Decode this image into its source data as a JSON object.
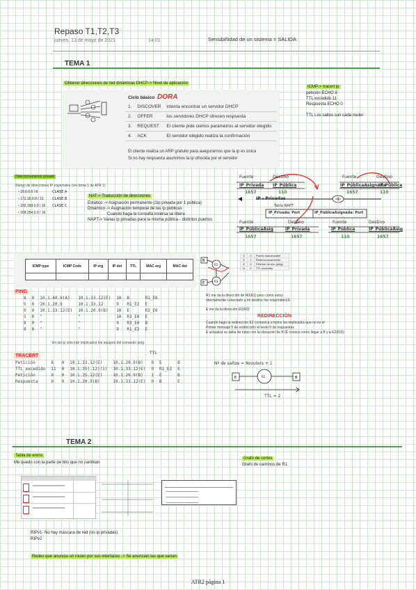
{
  "header": {
    "title": "Repaso T1,T2,T3",
    "date": "jueves, 13 de mayo de 2021",
    "time": "14:01",
    "subtitle": "Sensibiñidad de un sistema = SALIDA"
  },
  "tema1": {
    "heading": "TEMA 1",
    "dhcp_note": "Obtener direcciones de red dinámicas DHCP-> Nivel de aplicación",
    "dhcp_title": "Ciclo básico",
    "dhcp_tag": "DORA",
    "dhcp_steps": [
      {
        "num": "1.",
        "name": "DISCOVER",
        "desc": "intenta encontrar un servidor DHCP"
      },
      {
        "num": "2.",
        "name": "OFFER",
        "desc": "los servidores DHCP ofrecen respuesta"
      },
      {
        "num": "3.",
        "name": "REQUEST",
        "desc": "El cliente pide ciertos parámetros al servidor elegido"
      },
      {
        "num": "4.",
        "name": "ACK",
        "desc": "El servidor elegido realiza la confirmación"
      }
    ],
    "arp_1": "El cliente realiza un ARP gratuito para asegurarnos que la ip es única",
    "arp_2": "Si no hay respuesta asumimos la ip ofrecida por el servidor",
    "icmp_title": "ICMP-> tracert ip",
    "icmp_lines": [
      "petición ECHO 8",
      "TTL excedido 11",
      "Respuesta ECHO 0",
      "",
      "TTL Los saltos son cada router"
    ],
    "direcc_title": "Direccionamiento privado",
    "direcc_subtitle": "Rango de direcciones IP especiales (ver tema 1 de ATR 1)",
    "direcc_ranges": [
      {
        "range": "10.0.0.0 / 8",
        "cls": "CLASE A"
      },
      {
        "range": "172.16.0.0 / 12",
        "cls": "CLASE B"
      },
      {
        "range": "192.168.0.0 / 16",
        "cls": "CLASE C"
      },
      {
        "range": "168.254.0.0 / 16",
        "cls": ""
      }
    ],
    "nat_title": "NAT-> Traducción de direcciones",
    "nat_lines": [
      "Estático -> Asignación permanente (1ip privada por 1 pública)",
      "Dinámico -> Asignación temporal de las ip públicas",
      "Cuando haga la consulta inversa se libera",
      "NAPT-> Varias ip privadas para la misma pública - distintos puertos"
    ],
    "nat_diagram": {
      "top_left_headers": [
        "Fuente",
        "Destino"
      ],
      "top_left_cells": [
        "IP_Privada",
        "IP_Pública"
      ],
      "top_left_ports": [
        "1657",
        "110"
      ],
      "top_right_headers": [
        "Fuente",
        "Destino"
      ],
      "top_right_cells": [
        "IP_PúblicaAsignada",
        "IP_Pública"
      ],
      "top_right_ports": [
        "1657",
        "110"
      ],
      "mid_label": "IP - Privadas",
      "table_title": "Tabla NAPT",
      "table_cells": [
        "IP_Privada: Port",
        "IP_PúblicaAsignada: Port"
      ],
      "bot_left_headers": [
        "Fuente",
        "Destino"
      ],
      "bot_left_cells": [
        "IP_PúblicaAsig",
        "IP_Privada"
      ],
      "bot_left_ports": [
        "1657",
        "1657"
      ],
      "bot_right_headers": [
        "Fuente",
        "Destino"
      ],
      "bot_right_cells": [
        "IP_Pública",
        "IP_PúblicaAsig"
      ],
      "bot_right_ports": [
        "110",
        "1657"
      ]
    },
    "icmp_format": {
      "headers": [
        "ICMP type",
        "ICMP Code",
        "IP org",
        "IP dst",
        "TTL",
        "MAC org",
        "MAC dst"
      ]
    },
    "icmp_codes": [
      {
        "type": "3",
        "code": "0",
        "desc": "Puerto inalcanzable"
      },
      {
        "type": "5",
        "code": "1",
        "desc": "Redireccionamiento"
      },
      {
        "type": "8",
        "code": "0",
        "desc": "Petición de eco (ping)"
      },
      {
        "type": "11",
        "code": "0",
        "desc": "TTL excedido"
      }
    ],
    "ping_label": "PING",
    "ping_rows": [
      [
        "8",
        "0",
        "10.1.40.9(A)",
        "10.1.33.12(E)",
        "10",
        "B",
        "R1_E0"
      ],
      [
        "5",
        "0",
        "10.1.20.9",
        "10.1.33.12",
        "9",
        "R1_E2",
        "E"
      ],
      [
        "0",
        "0",
        "10.1.33.12(E)",
        "10.1.20.9(B)",
        "10",
        "E",
        "R3_E0"
      ],
      [
        "5",
        "0",
        "\"",
        "\"",
        "10",
        "R3_E0",
        "E"
      ],
      [
        "8",
        "0",
        "\"",
        "\"",
        "9",
        "R3_E0",
        "B"
      ],
      [
        "0",
        "0",
        "\"",
        "\"",
        "9",
        "R1_E2",
        "E"
      ]
    ],
    "ping_note": "En las ip sólo irán implicados los equipos del comando ping",
    "redirect_notes": [
      "R1 me da la dirección de R0(E1) pero como estoy",
      "directamente conectado a mi destino me responderá E",
      "E me da la dirección E0(R3)"
    ],
    "redirect_tag": "REDIRECCIÓN",
    "redirect_lines": [
      "Cuando hago la redirección E2 comunica a todos los implicados que no es el",
      "Primer mensaje 5 de redirección el resto 0 de respuestas",
      "E actualiza su tabla de rutas con la ubicación de B (E conoce como llegar a B y a E2(R3))"
    ],
    "tracert_label": "TRACERT",
    "tracert_ttl": "TTL",
    "tracert_rows": [
      [
        "Petición",
        "8",
        "0",
        "10.1.33.12(E)",
        "10.1.20.9(B)",
        "0",
        "E",
        "B"
      ],
      [
        "TTL_excedido",
        "11",
        "0",
        "10.1.35(.12)(1)",
        "10.1.33.12(E)",
        "0",
        "R1_E2",
        "E"
      ],
      [
        "Petición",
        "8",
        "0",
        "10.1.35.12(E)",
        "10.1.20.9(B)",
        "1",
        "E",
        "B"
      ],
      [
        "Respuesta",
        "0",
        "0",
        "10.1.20.9(B)",
        "10.1.33.12(E)",
        "0",
        "B",
        "E"
      ]
    ],
    "saltos": "Nº de saltos = Nrouters + 1",
    "hops_label": "TTL = 2"
  },
  "tema2": {
    "heading": "TEMA 2",
    "tabla_envio": "Tabla de envío",
    "tabla_note": "Me quedo con la parte de bits que no cambian",
    "grafo_title": "Grafo de cortes",
    "grafo_note": "Grafo de caminos de R1",
    "rip1": "RIPv1- No hay máscara de red (no ip privadas)",
    "rip2": "RIPv2",
    "redes": "Redes que anuncia un router por sus interfaces -> Se anuncian las que varían"
  },
  "footer": {
    "page": "ATR2 página 1"
  },
  "colors": {
    "highlight": "#b8ef5a",
    "rule": "#4b9d53",
    "red_ink": "#e0312a",
    "grid": "#cfe6cf"
  }
}
